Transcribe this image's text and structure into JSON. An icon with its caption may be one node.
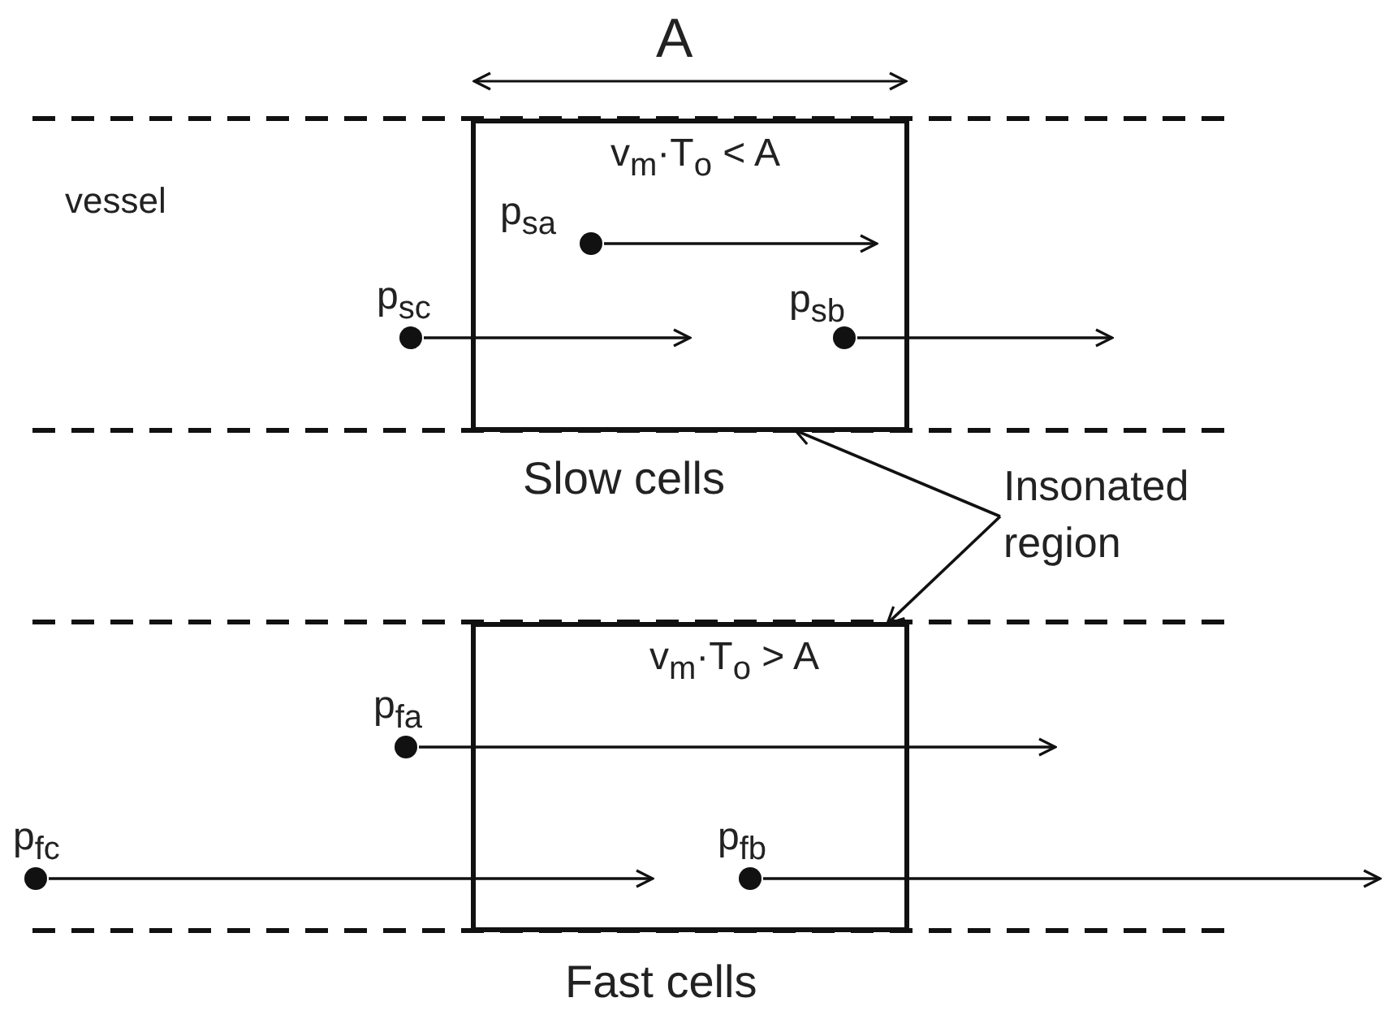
{
  "diagram": {
    "nodes": [
      {
        "text": [],
        "shape": "box"
      },
      {
        "text": [
          "p$_{sa}$"
        ],
        "in": 0
      },
      {
        "text": [
          "p$_{sc}$"
        ]
      },
      {
        "text": [
          "p$_{sb}$"
        ],
        "in": 0
      },
      {
        "text": [
          "Insonated region"
        ]
      },
      {
        "text": [],
        "shape": "box"
      },
      {
        "text": [
          "p$_{fa}$"
        ]
      },
      {
        "text": [
          "p$_{fc}$"
        ]
      },
      {
        "text": [
          "p$_{fb}$"
        ],
        "in": 5
      }
    ],
    "edges": [
      {
        "from": 1,
        "to": null,
        "arrow": "to",
        "label": "v$_{m}$·T$_{o}$ < A"
      },
      {
        "from": 2,
        "to": null,
        "arrow": "to"
      },
      {
        "from": 3,
        "to": null,
        "arrow": "to"
      },
      {
        "from": 4,
        "to": 0,
        "arrow": "to"
      },
      {
        "from": 4,
        "to": 5,
        "arrow": "to"
      },
      {
        "from": 6,
        "to": null,
        "arrow": "to",
        "label": "v$_{m}$·T$_{o}$ > A"
      },
      {
        "from": 7,
        "to": null,
        "arrow": "to"
      },
      {
        "from": 8,
        "to": null,
        "arrow": "to"
      }
    ],
    "labels": [
      "A",
      "vessel",
      "Slow cells",
      "Fast cells"
    ]
  }
}
